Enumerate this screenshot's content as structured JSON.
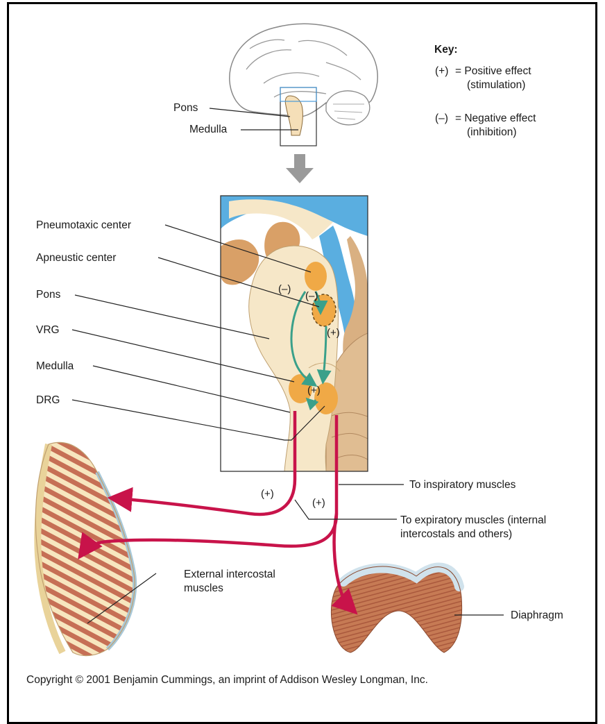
{
  "key": {
    "title": "Key:",
    "items": [
      {
        "symbol": "(+)",
        "text": "= Positive effect",
        "sub": "(stimulation)"
      },
      {
        "symbol": "(–)",
        "text": "= Negative effect",
        "sub": "(inhibition)"
      }
    ]
  },
  "brain_labels": {
    "pons": "Pons",
    "medulla": "Medulla"
  },
  "detail_labels": {
    "pneumotaxic": "Pneumotaxic center",
    "apneustic": "Apneustic center",
    "pons": "Pons",
    "vrg": "VRG",
    "medulla": "Medulla",
    "drg": "DRG"
  },
  "effects": {
    "neg_left": "(–)",
    "neg_right": "(–)",
    "pos_apneustic": "(+)",
    "pos_drg": "(+)",
    "pos_left_nerve": "(+)",
    "pos_right_nerve": "(+)"
  },
  "right_labels": {
    "inspiratory": "To inspiratory muscles",
    "expiratory_1": "To expiratory muscles (internal",
    "expiratory_2": "intercostals and others)"
  },
  "bottom_labels": {
    "intercostal_1": "External intercostal",
    "intercostal_2": "muscles",
    "diaphragm": "Diaphragm"
  },
  "copyright": "Copyright © 2001 Benjamin Cummings, an imprint of Addison Wesley Longman, Inc.",
  "colors": {
    "nerve": "#c8134a",
    "tract": "#3aa08a",
    "center": "#f0a946",
    "csf": "#5aaee0",
    "brain": "#f6e7c8",
    "cerebellum": "#d9b082",
    "muscle": "#c87a56"
  }
}
